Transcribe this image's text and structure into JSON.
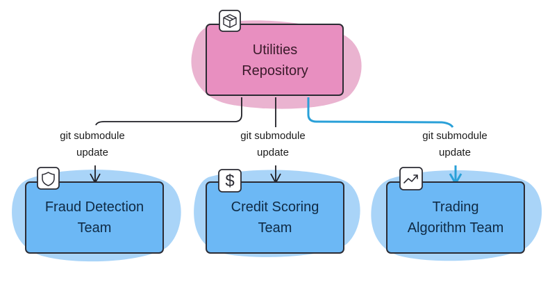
{
  "colors": {
    "pink_fill": "#e88fc0",
    "pink_blob": "#eab3d0",
    "blue_fill": "#6cb8f5",
    "blue_blob": "#a9d4f8",
    "stroke": "#2b2b33",
    "highlight_edge": "#2aa0d8",
    "pink_text": "#3a1a2a",
    "blue_text": "#0f2a44"
  },
  "source": {
    "id": "utilities",
    "label_lines": [
      "Utilities",
      "Repository"
    ],
    "icon": "package-box-icon"
  },
  "targets": [
    {
      "id": "fraud",
      "label_lines": [
        "Fraud Detection",
        "Team"
      ],
      "icon": "shield-icon"
    },
    {
      "id": "credit",
      "label_lines": [
        "Credit Scoring",
        "Team"
      ],
      "icon": "dollar-icon",
      "icon_glyph": "$"
    },
    {
      "id": "trading",
      "label_lines": [
        "Trading",
        "Algorithm Team"
      ],
      "icon": "trending-up-icon"
    }
  ],
  "edges": [
    {
      "from": "utilities",
      "to": "fraud",
      "label_lines": [
        "git submodule",
        "update"
      ],
      "highlighted": false
    },
    {
      "from": "utilities",
      "to": "credit",
      "label_lines": [
        "git submodule",
        "update"
      ],
      "highlighted": false
    },
    {
      "from": "utilities",
      "to": "trading",
      "label_lines": [
        "git submodule",
        "update"
      ],
      "highlighted": true
    }
  ]
}
